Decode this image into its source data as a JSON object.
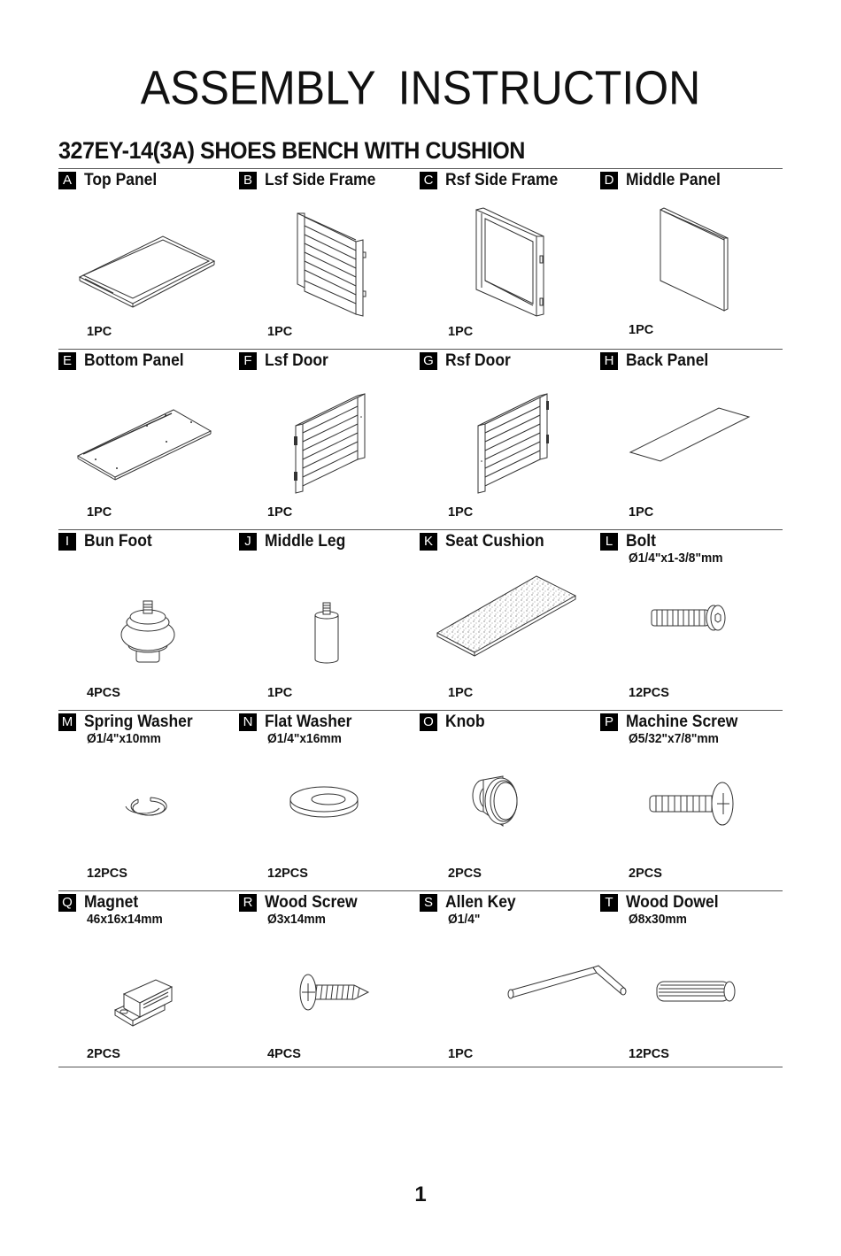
{
  "document": {
    "title": "ASSEMBLY  INSTRUCTION",
    "subtitle": "327EY-14(3A)  SHOES BENCH WITH CUSHION",
    "page_number": "1"
  },
  "parts": [
    {
      "letter": "A",
      "name": "Top Panel",
      "spec": "",
      "qty": "1PC",
      "icon": "top-panel-icon"
    },
    {
      "letter": "B",
      "name": "Lsf Side Frame",
      "spec": "",
      "qty": "1PC",
      "icon": "lsf-side-frame-icon"
    },
    {
      "letter": "C",
      "name": "Rsf Side Frame",
      "spec": "",
      "qty": "1PC",
      "icon": "rsf-side-frame-icon"
    },
    {
      "letter": "D",
      "name": "Middle Panel",
      "spec": "",
      "qty": "1PC",
      "icon": "middle-panel-icon"
    },
    {
      "letter": "E",
      "name": "Bottom Panel",
      "spec": "",
      "qty": "1PC",
      "icon": "bottom-panel-icon"
    },
    {
      "letter": "F",
      "name": "Lsf Door",
      "spec": "",
      "qty": "1PC",
      "icon": "lsf-door-icon"
    },
    {
      "letter": "G",
      "name": "Rsf Door",
      "spec": "",
      "qty": "1PC",
      "icon": "rsf-door-icon"
    },
    {
      "letter": "H",
      "name": "Back Panel",
      "spec": "",
      "qty": "1PC",
      "icon": "back-panel-icon"
    },
    {
      "letter": "I",
      "name": "Bun Foot",
      "spec": "",
      "qty": "4PCS",
      "icon": "bun-foot-icon"
    },
    {
      "letter": "J",
      "name": "Middle Leg",
      "spec": "",
      "qty": "1PC",
      "icon": "middle-leg-icon"
    },
    {
      "letter": "K",
      "name": "Seat Cushion",
      "spec": "",
      "qty": "1PC",
      "icon": "seat-cushion-icon"
    },
    {
      "letter": "L",
      "name": "Bolt",
      "spec": "Ø1/4\"x1-3/8\"mm",
      "qty": "12PCS",
      "icon": "bolt-icon"
    },
    {
      "letter": "M",
      "name": "Spring Washer",
      "spec": "Ø1/4\"x10mm",
      "qty": "12PCS",
      "icon": "spring-washer-icon"
    },
    {
      "letter": "N",
      "name": "Flat Washer",
      "spec": "Ø1/4\"x16mm",
      "qty": "12PCS",
      "icon": "flat-washer-icon"
    },
    {
      "letter": "O",
      "name": "Knob",
      "spec": "",
      "qty": "2PCS",
      "icon": "knob-icon"
    },
    {
      "letter": "P",
      "name": "Machine Screw",
      "spec": "Ø5/32\"x7/8\"mm",
      "qty": "2PCS",
      "icon": "machine-screw-icon"
    },
    {
      "letter": "Q",
      "name": "Magnet",
      "spec": "46x16x14mm",
      "qty": "2PCS",
      "icon": "magnet-icon"
    },
    {
      "letter": "R",
      "name": "Wood Screw",
      "spec": "Ø3x14mm",
      "qty": "4PCS",
      "icon": "wood-screw-icon"
    },
    {
      "letter": "S",
      "name": "Allen Key",
      "spec": "Ø1/4\"",
      "qty": "1PC",
      "icon": "allen-key-icon"
    },
    {
      "letter": "T",
      "name": "Wood Dowel",
      "spec": "Ø8x30mm",
      "qty": "12PCS",
      "icon": "wood-dowel-icon"
    }
  ]
}
